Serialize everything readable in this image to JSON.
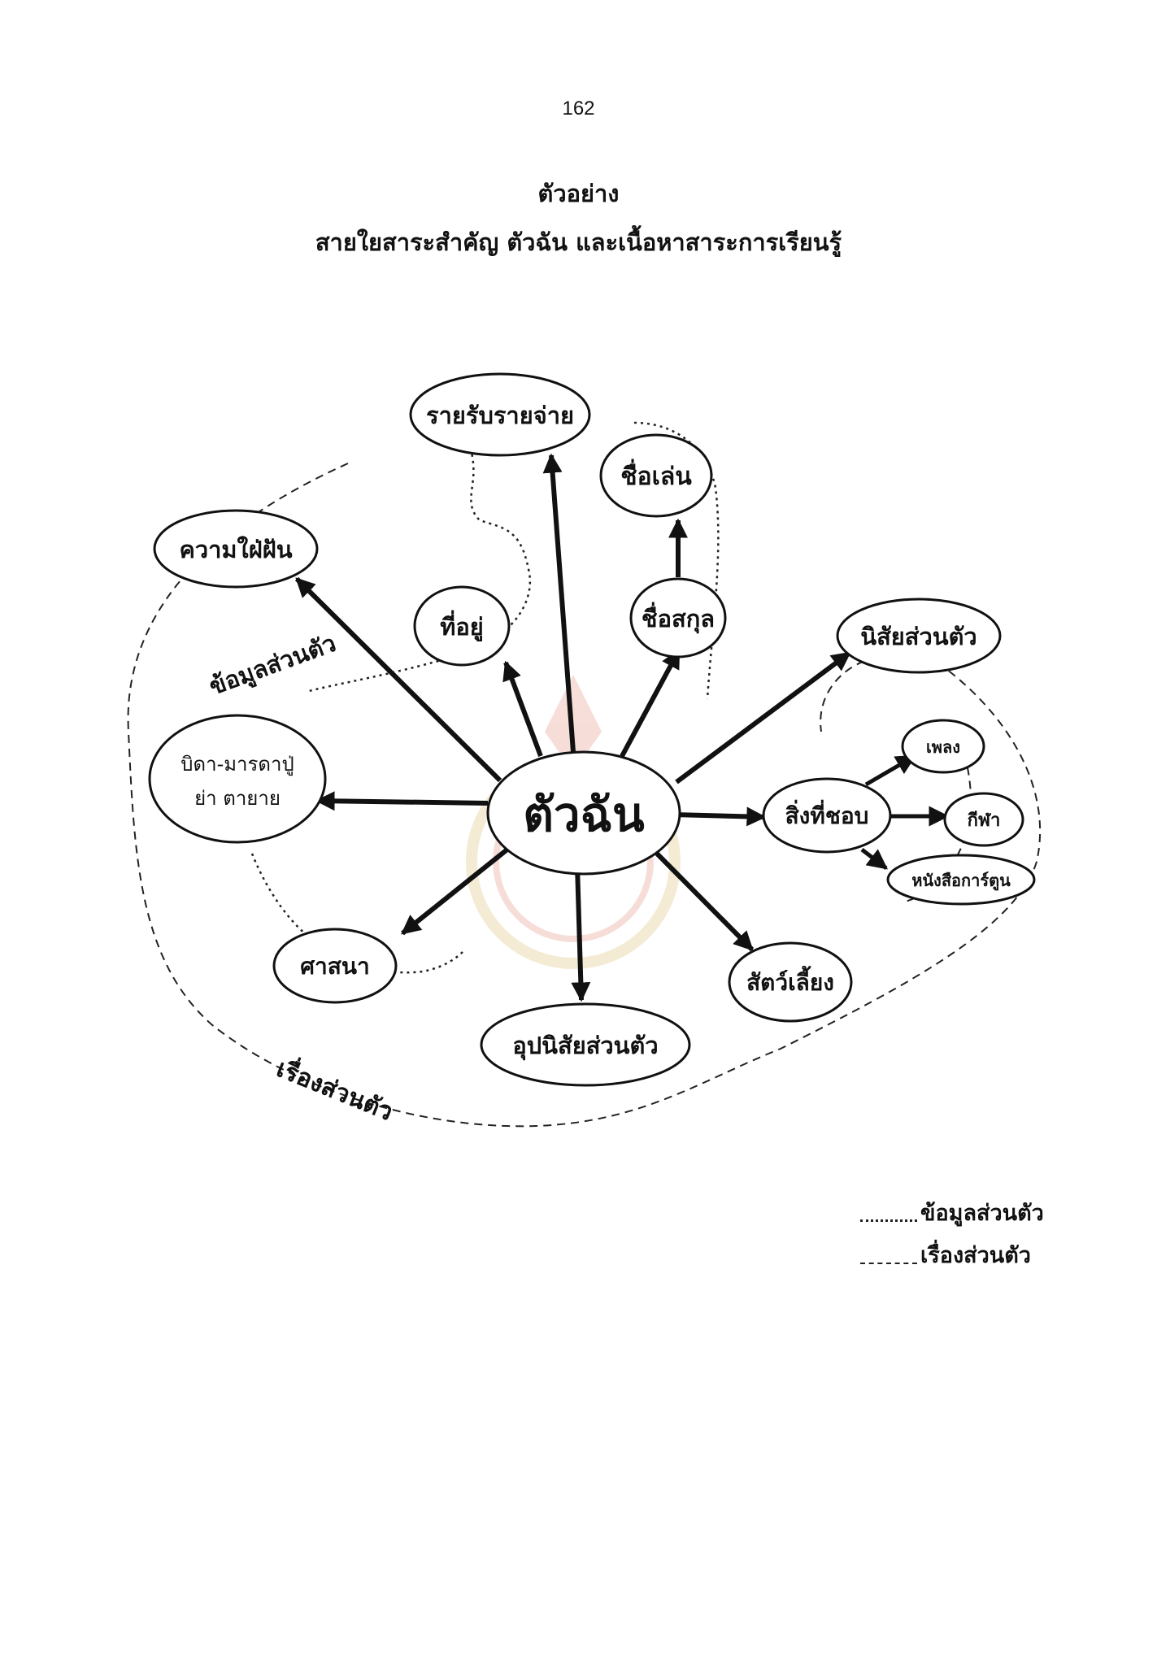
{
  "page_number": "162",
  "title_line1": "ตัวอย่าง",
  "title_line2": "สายใยสาระสำคัญ ตัวฉัน และเนื้อหาสาระการเรียนรู้",
  "center": "ตัวฉัน",
  "nodes": {
    "income": "รายรับรายจ่าย",
    "nickname": "ชื่อเล่น",
    "dream": "ความใฝ่ฝัน",
    "address": "ที่อยู่",
    "surname": "ชื่อสกุล",
    "character": "นิสัยส่วนตัว",
    "family_line1": "บิดา-มารดาปู่",
    "family_line2": "ย่า ตายาย",
    "likes": "สิ่งที่ชอบ",
    "music": "เพลง",
    "sport": "กีฬา",
    "cartoon": "หนังสือการ์ตูน",
    "religion": "ศาสนา",
    "pets": "สัตว์เลี้ยง",
    "habits": "อุปนิสัยส่วนตัว"
  },
  "labels": {
    "personal_info": "ข้อมูลส่วนตัว",
    "personal_matters": "เรื่องส่วนตัว"
  },
  "legend": {
    "dotted_label": "ข้อมูลส่วนตัว",
    "dashed_label": "เรื่องส่วนตัว"
  }
}
